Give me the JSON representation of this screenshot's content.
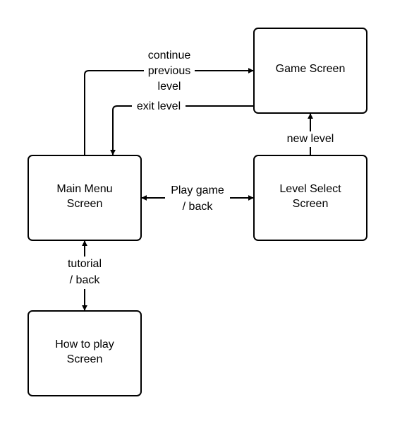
{
  "nodes": {
    "game_screen": {
      "lines": [
        "Game Screen"
      ]
    },
    "main_menu": {
      "lines": [
        "Main Menu",
        "Screen"
      ]
    },
    "level_select": {
      "lines": [
        "Level Select",
        "Screen"
      ]
    },
    "how_to_play": {
      "lines": [
        "How to play",
        "Screen"
      ]
    }
  },
  "edges": {
    "continue_previous_level": {
      "lines": [
        "continue",
        "previous",
        "level"
      ]
    },
    "exit_level": {
      "lines": [
        "exit level"
      ]
    },
    "new_level": {
      "lines": [
        "new level"
      ]
    },
    "play_game_back": {
      "lines": [
        "Play game",
        "/ back"
      ]
    },
    "tutorial_back": {
      "lines": [
        "tutorial",
        "/ back"
      ]
    }
  }
}
